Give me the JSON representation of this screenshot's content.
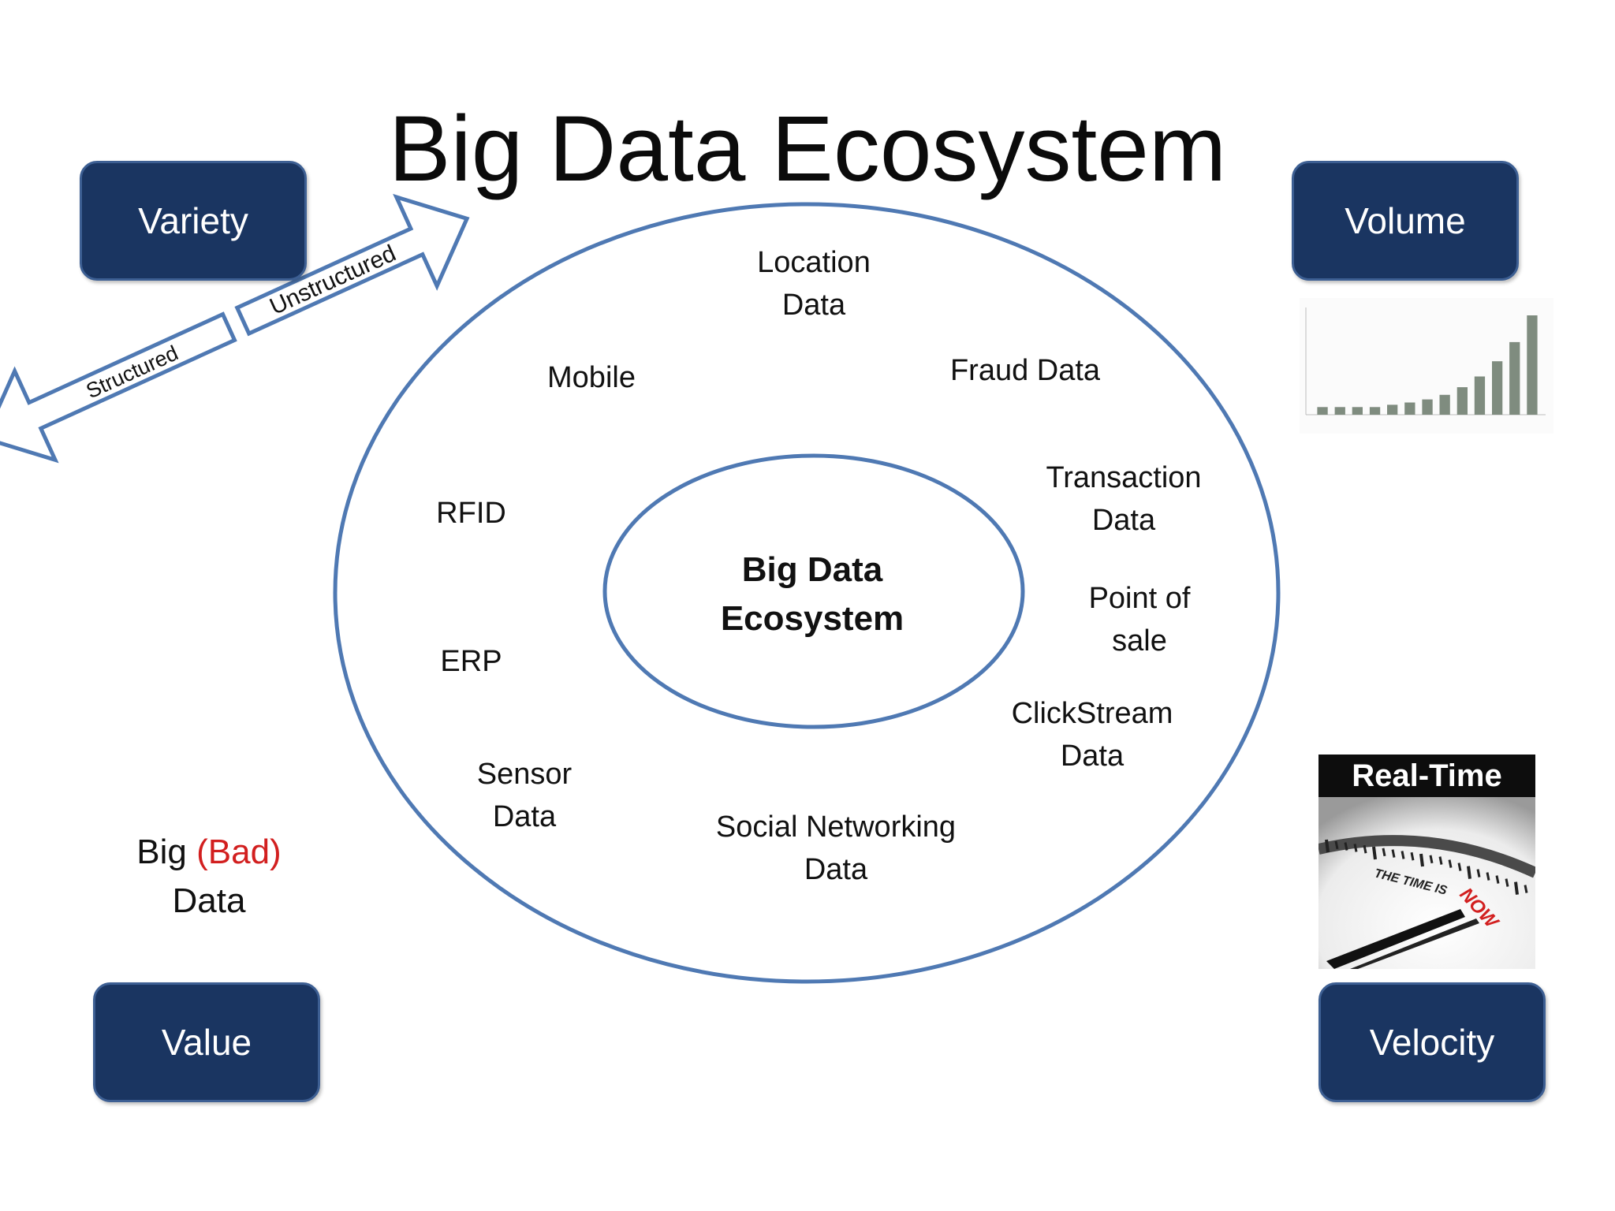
{
  "title": "Big Data Ecosystem",
  "colors": {
    "box_fill": "#1a3561",
    "ring_stroke": "#4f79b3",
    "bad_text": "#d21f1f"
  },
  "v_boxes": {
    "variety": "Variety",
    "volume": "Volume",
    "value": "Value",
    "velocity": "Velocity"
  },
  "center": {
    "line1": "Big Data",
    "line2": "Ecosystem"
  },
  "sources": {
    "location": [
      "Location",
      "Data"
    ],
    "mobile": "Mobile",
    "fraud": "Fraud Data",
    "transaction": [
      "Transaction",
      "Data"
    ],
    "rfid": "RFID",
    "pos": [
      "Point of",
      "sale"
    ],
    "erp": "ERP",
    "clickstream": [
      "ClickStream",
      "Data"
    ],
    "sensor": [
      "Sensor",
      "Data"
    ],
    "social": [
      "Social Networking",
      "Data"
    ]
  },
  "arrows": {
    "structured": "Structured",
    "unstructured": "Unstructured"
  },
  "value_note": {
    "big": "Big",
    "bad": "(Bad)",
    "data": "Data"
  },
  "velocity_image": {
    "heading": "Real-Time",
    "caption": "THE TIME IS NOW"
  },
  "volume_chart": {
    "type": "bar",
    "values": [
      1,
      1,
      1,
      1,
      1.3,
      1.6,
      2,
      2.6,
      3.6,
      5,
      7,
      9.5,
      13
    ]
  }
}
